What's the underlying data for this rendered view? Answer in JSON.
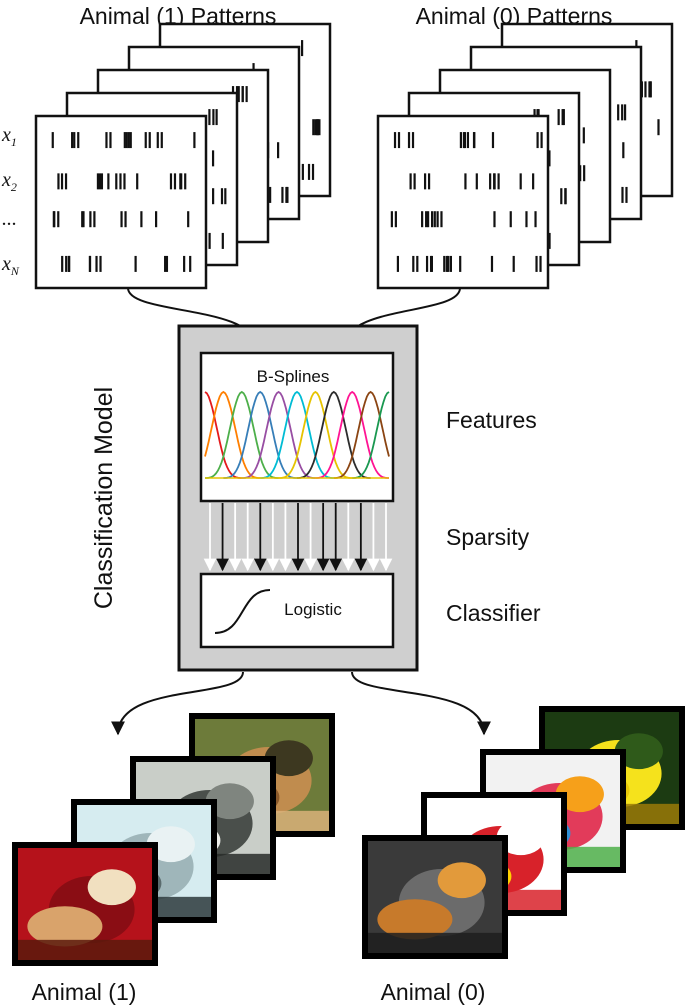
{
  "labels": {
    "animal1_patterns": "Animal (1) Patterns",
    "animal0_patterns": "Animal (0) Patterns",
    "row_labels": [
      "x",
      "x",
      "...",
      "x"
    ],
    "row_subs": [
      "1",
      "2",
      "",
      "N"
    ],
    "model_title": "Classification Model",
    "bsplines": "B-Splines",
    "logistic": "Logistic",
    "features": "Features",
    "sparsity": "Sparsity",
    "classifier": "Classifier",
    "animal1": "Animal (1)",
    "animal0": "Animal (0)"
  },
  "spline_colors": [
    "#e41a1c",
    "#ff7f00",
    "#4daf4a",
    "#377eb8",
    "#984ea3",
    "#00bcd4",
    "#e6c300",
    "#2c2c2c",
    "#ff1493",
    "#8b4513",
    "#1a9850",
    "#6a3d9a",
    "#ff4500",
    "#00ced1",
    "#9acd32",
    "#c71585"
  ],
  "sparsity_arrows": [
    "white",
    "black",
    "white",
    "white",
    "black",
    "white",
    "white",
    "black",
    "white",
    "black",
    "black",
    "white",
    "black",
    "white",
    "white"
  ],
  "animal1_images": [
    {
      "name": "cat-face-image",
      "colors": [
        "#b5121b",
        "#8a0d14",
        "#d9a36b",
        "#f1e0c0",
        "#5b1a0c"
      ]
    },
    {
      "name": "seal-image",
      "colors": [
        "#d6ecf0",
        "#9fb6ba",
        "#5a6b6d",
        "#e9f2f3",
        "#2d3a3c"
      ]
    },
    {
      "name": "zebra-image",
      "colors": [
        "#c9cec8",
        "#4a4f4b",
        "#eef0ec",
        "#7f857f",
        "#282b29"
      ]
    },
    {
      "name": "lion-on-branch-image",
      "colors": [
        "#6d7b3a",
        "#c08c4e",
        "#8b5a2b",
        "#3d3820",
        "#d9b27a"
      ]
    }
  ],
  "animal0_images": [
    {
      "name": "storm-desert-image",
      "colors": [
        "#3a3a3a",
        "#6b6b6b",
        "#c77a2b",
        "#e29a3b",
        "#1e1e1e"
      ]
    },
    {
      "name": "shell-logo-image",
      "colors": [
        "#ffffff",
        "#d8222a",
        "#ffd100",
        "#ffffff",
        "#d8222a"
      ]
    },
    {
      "name": "watercolor-palette-image",
      "colors": [
        "#f2f2f2",
        "#e23b5a",
        "#2f8fd6",
        "#f6a01a",
        "#4fb04a"
      ]
    },
    {
      "name": "yellow-flower-image",
      "colors": [
        "#1c3b12",
        "#f5e21c",
        "#e8c90a",
        "#2f5a1a",
        "#9a7a08"
      ]
    }
  ]
}
